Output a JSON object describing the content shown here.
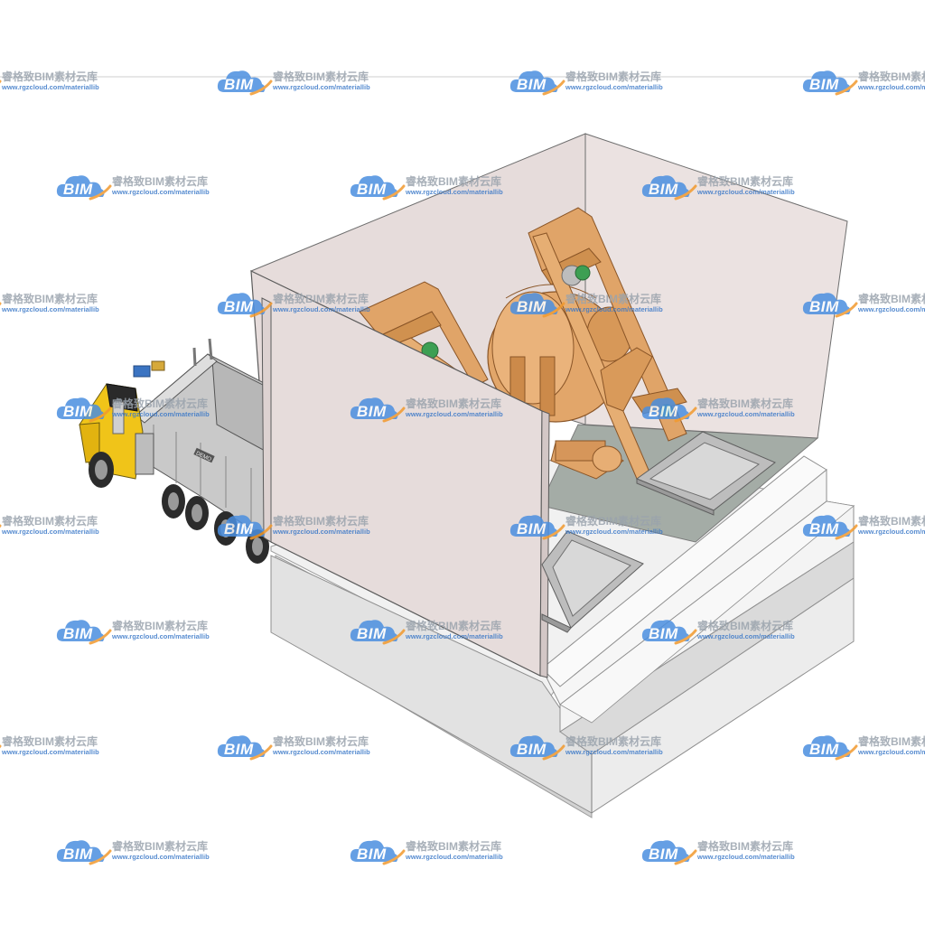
{
  "watermark": {
    "brand": "BIM",
    "title": "睿格致BIM素材云库",
    "url": "www.rgzcloud.com/materiallib",
    "colors": {
      "cloud": "#4b8fe0",
      "swoosh": "#f29a2e",
      "title": "#9aa3ad",
      "url": "#3a78c8"
    }
  },
  "truck": {
    "door_text": "DEMO"
  },
  "colors": {
    "wall": "#e6dcdb",
    "wall_dark": "#d3c7c6",
    "floor": "#a5ada7",
    "slab_top": "#f2f2f2",
    "slab_side": "#dcdcdc",
    "wood": "#e0a468",
    "wood_dark": "#b9773f",
    "steel": "#c9c9c9",
    "cab": "#f0c419",
    "tire": "#2b2b2b",
    "green_bearing": "#3d9f53"
  }
}
